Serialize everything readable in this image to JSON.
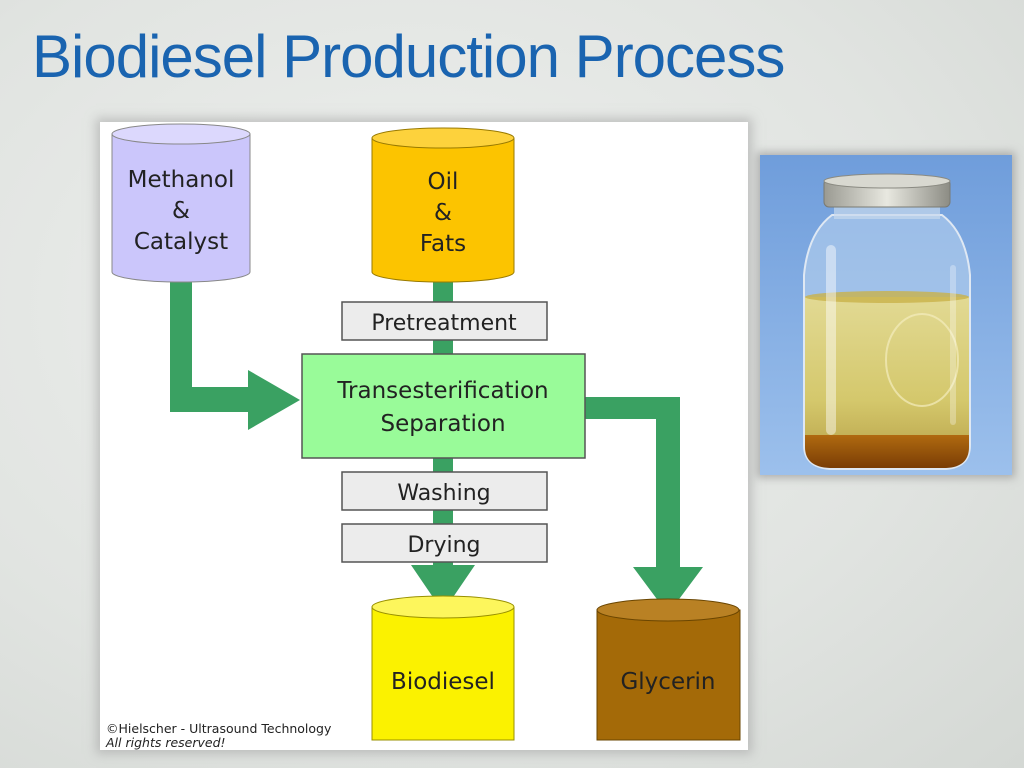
{
  "title": "Biodiesel Production Process",
  "diagram": {
    "inputs": {
      "methanol": [
        "Methanol",
        "&",
        "Catalyst"
      ],
      "oil": [
        "Oil",
        "&",
        "Fats"
      ]
    },
    "steps": {
      "pretreatment": "Pretreatment",
      "transesterification": [
        "Transesterification",
        "Separation"
      ],
      "washing": "Washing",
      "drying": "Drying"
    },
    "outputs": {
      "biodiesel": "Biodiesel",
      "glycerin": "Glycerin"
    },
    "copyright": [
      "©Hielscher - Ultrasound Technology",
      "All rights reserved!"
    ],
    "colors": {
      "methanol": "#cbc6fb",
      "oil": "#fcc400",
      "step_box": "#ececec",
      "reactor": "#99fb99",
      "arrow": "#3aa162",
      "biodiesel": "#fbf200",
      "glycerin": "#a46a08"
    }
  },
  "photo": {
    "subject": "jar-of-biodiesel-with-glycerin-layer"
  }
}
